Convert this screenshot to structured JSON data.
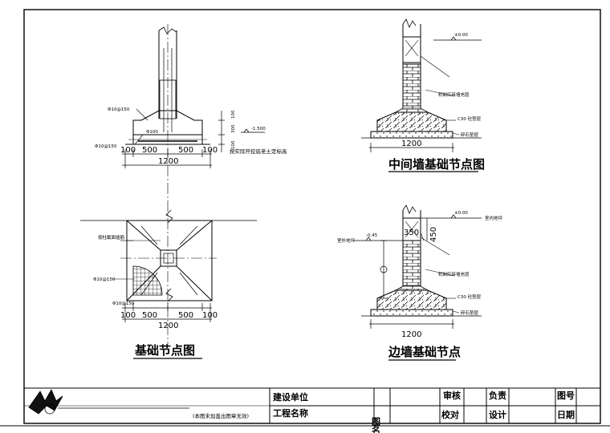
{
  "drawings": {
    "footing_section": {
      "rebar_top": "Φ10@150",
      "rebar_side": "Φ10@150",
      "bar_dia": "Φ100",
      "elev": "-1.500",
      "vdims": [
        "100",
        "300",
        "100"
      ],
      "dims": [
        "100",
        "500",
        "500",
        "100"
      ],
      "total": "1200",
      "note": "按实际开挖底老土定标高"
    },
    "footing_plan": {
      "label_col": "按柱截面插筋",
      "rebar": "Φ10@150",
      "rebar2": "Φ10@150",
      "dims": [
        "100",
        "500",
        "500",
        "100"
      ],
      "total": "1200",
      "title": "基础节点图"
    },
    "middle_wall": {
      "elev": "±0.00",
      "wall": "机制红砖墙充层",
      "concrete": "C30 砼垫层",
      "gravel": "碎石垫层",
      "total": "1200",
      "title": "中间墙基础节点图"
    },
    "edge_wall": {
      "elev": "±0.00",
      "indoor": "室内地坪",
      "outdoor": "室外地坪",
      "outdoor_elev": "-0.45",
      "dim_w": "350",
      "dim_h": "450",
      "wall": "机制红砖墙充层",
      "concrete": "C30 砼垫层",
      "gravel": "碎石垫层",
      "total": "1200",
      "title": "边墙基础节点"
    }
  },
  "title_block": {
    "note": "(本图未加盖出图章无效)",
    "build_unit": "建设单位",
    "project_name": "工程名称",
    "drawing_name": "图名",
    "review": "审核",
    "check": "校对",
    "responsible": "负责",
    "design": "设计",
    "drawing_no": "图号",
    "date": "日期"
  }
}
